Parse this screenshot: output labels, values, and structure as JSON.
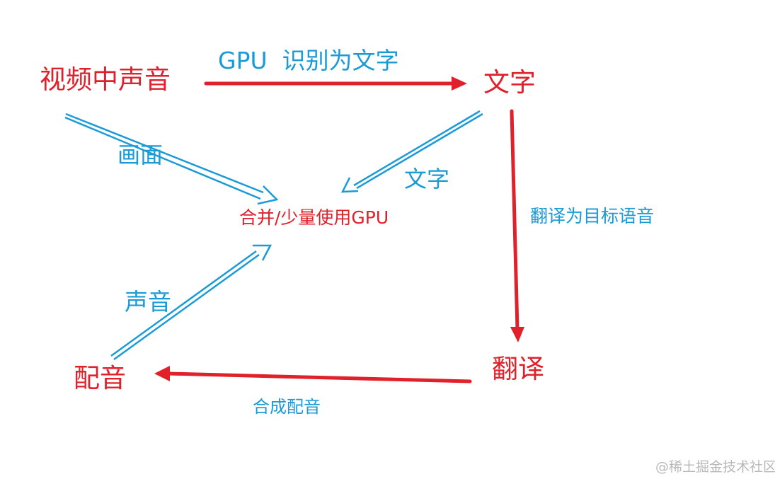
{
  "nodes": {
    "video_audio": "视频中声音",
    "text": "文字",
    "merge": "合并/少量使用GPU",
    "translate": "翻译",
    "dubbing": "配音"
  },
  "edge_labels": {
    "gpu_recognize": "GPU  识别为文字",
    "picture": "画面",
    "text": "文字",
    "translate_target": "翻译为目标语音",
    "sound": "声音",
    "synthesize": "合成配音"
  },
  "watermark": "@稀土掘金技术社区",
  "colors": {
    "flow_red": "#e0202a",
    "label_blue": "#1a9ad6",
    "hollow_arrow_blue": "#1a9ad6"
  }
}
